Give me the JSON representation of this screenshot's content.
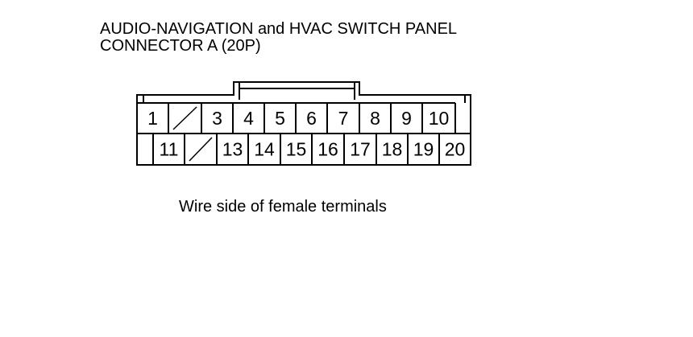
{
  "title": {
    "line1": "AUDIO-NAVIGATION and HVAC SWITCH PANEL",
    "line2": "CONNECTOR A (20P)"
  },
  "connector": {
    "top_row": [
      "1",
      "",
      "3",
      "4",
      "5",
      "6",
      "7",
      "8",
      "9",
      "10"
    ],
    "bottom_row": [
      "11",
      "",
      "13",
      "14",
      "15",
      "16",
      "17",
      "18",
      "19",
      "20"
    ]
  },
  "caption": "Wire side of female terminals"
}
